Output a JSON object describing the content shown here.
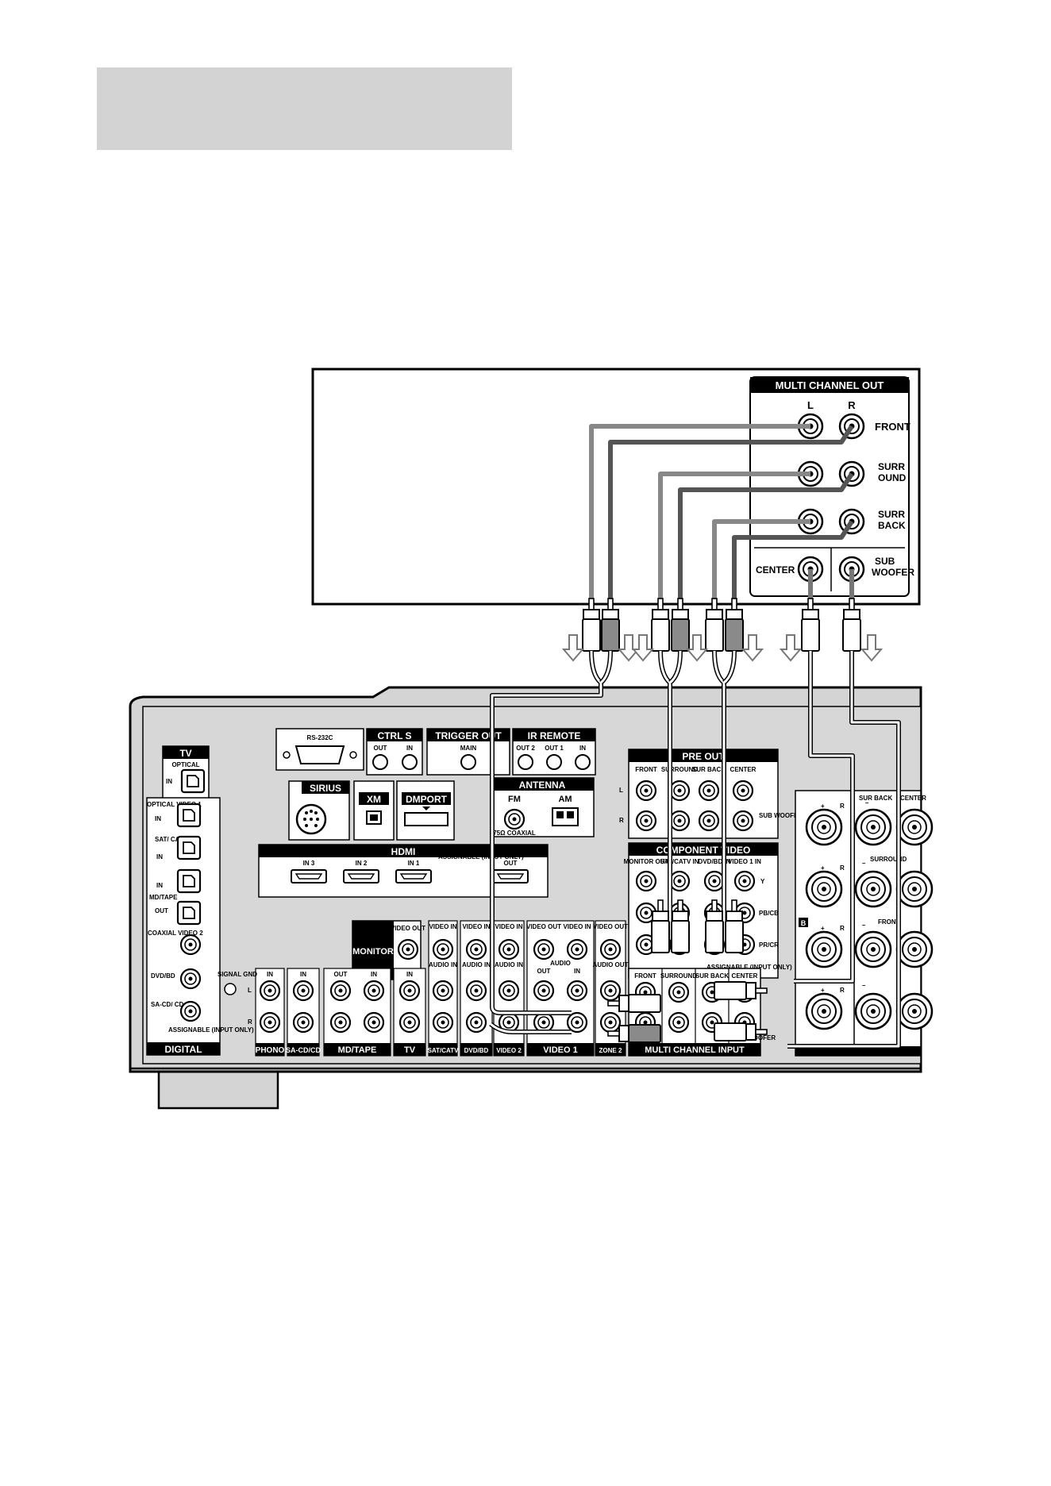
{
  "source": {
    "header": "MULTI CHANNEL OUT",
    "col_l": "L",
    "col_r": "R",
    "rows": [
      {
        "label": "FRONT"
      },
      {
        "label": "SURR",
        "label2": "OUND"
      },
      {
        "label": "SURR",
        "label2": "BACK"
      }
    ],
    "center": "CENTER",
    "sub": "SUB",
    "sub2": "WOOFER"
  },
  "receiver": {
    "tv": "TV",
    "optical": "OPTICAL",
    "in": "IN",
    "optical_video1": "OPTICAL VIDEO 1",
    "sat_catv": "SAT/ CATV",
    "md_tape": "MD/TAPE",
    "out": "OUT",
    "coaxial_video2": "COAXIAL VIDEO 2",
    "dvd_bd": "DVD/BD",
    "sacd_cd": "SA-CD/ CD",
    "assignable_input_only": "ASSIGNABLE (INPUT ONLY)",
    "digital": "DIGITAL",
    "rs232c": "RS-232C",
    "ctrl_s": "CTRL S",
    "trigger_out": "TRIGGER OUT",
    "main": "MAIN",
    "ir_remote": "IR REMOTE",
    "out2": "OUT 2",
    "out1": "OUT 1",
    "sirius": "SIRIUS",
    "xm": "XM",
    "dmport": "DMPORT",
    "antenna": "ANTENNA",
    "fm": "FM",
    "am": "AM",
    "coaxial_75": "75Ω COAXIAL",
    "hdmi": "HDMI",
    "in3": "IN 3",
    "in2": "IN 2",
    "in1": "IN 1",
    "hdmi_assignable": "ASSIGNABLE (INPUT ONLY)",
    "pre_out": "PRE OUT",
    "front": "FRONT",
    "surround": "SURROUND",
    "sur_back": "SUR BACK",
    "center": "CENTER",
    "sub_woofer": "SUB WOOFER",
    "component_video": "COMPONENT VIDEO",
    "monitor_out": "MONITOR OUT",
    "sat_catv_in": "SAT/CATV IN",
    "dvd_bd_in": "DVD/BD IN",
    "video1_in": "VIDEO 1 IN",
    "y": "Y",
    "pb": "PB/CB",
    "pr": "PR/CR",
    "comp_assignable": "ASSIGNABLE (INPUT ONLY)",
    "monitor": "MONITOR",
    "video_out": "VIDEO OUT",
    "video_in": "VIDEO IN",
    "audio_in": "AUDIO IN",
    "audio": "AUDIO",
    "audio_out": "AUDIO OUT",
    "signal_gnd": "SIGNAL GND",
    "l": "L",
    "r": "R",
    "phono": "PHONO",
    "sacd": "SA-CD/CD",
    "mdtape": "MD/TAPE",
    "sat": "SAT/CATV",
    "dvdbd": "DVD/BD",
    "video2": "VIDEO 2",
    "video1": "VIDEO 1",
    "zone2": "ZONE 2",
    "multi_channel_input": "MULTI CHANNEL INPUT",
    "sp_sur_back": "SUR BACK",
    "sp_center": "CENTER",
    "sp_surround": "SURROUND",
    "sp_front": "FRONT",
    "sp_b": "B",
    "plus": "+",
    "minus": "–"
  }
}
